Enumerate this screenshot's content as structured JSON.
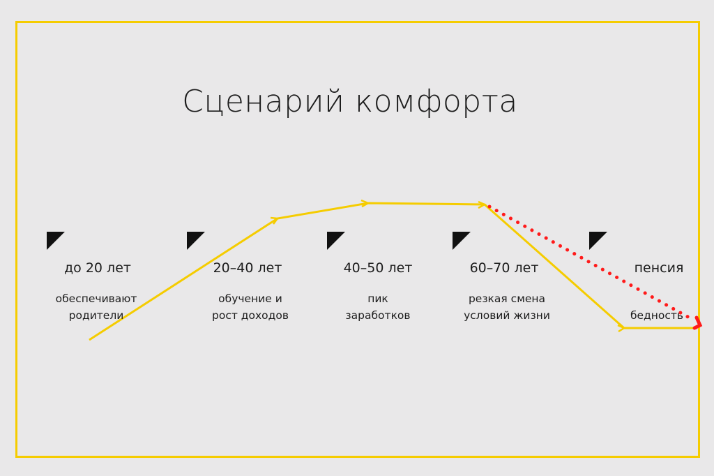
{
  "title": "Сценарий комфорта",
  "stages": [
    {
      "age": "до 20 лет",
      "line1": "обеспечивают",
      "line2": "родители"
    },
    {
      "age": "20–40 лет",
      "line1": "обучение и",
      "line2": "рост доходов"
    },
    {
      "age": "40–50 лет",
      "line1": "пик",
      "line2": "заработков"
    },
    {
      "age": "60–70 лет",
      "line1": "резкая смена",
      "line2": "условий жизни"
    },
    {
      "age": "пенсия",
      "line1": "",
      "line2": "бедность"
    }
  ],
  "colors": {
    "frame": "#f5cc00",
    "path": "#f5cc00",
    "dotted": "#ff1a1a"
  }
}
